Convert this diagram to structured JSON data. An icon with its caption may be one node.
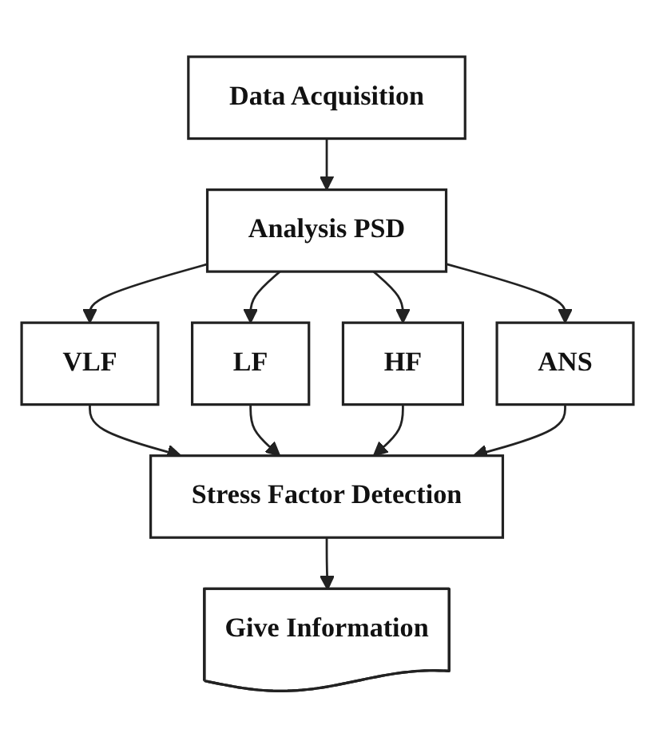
{
  "diagram": {
    "nodes": [
      {
        "text": [
          "Data Acquisition"
        ]
      },
      {
        "text": [
          "Analysis PSD"
        ]
      },
      {
        "text": [
          "VLF"
        ]
      },
      {
        "text": [
          "LF"
        ]
      },
      {
        "text": [
          "HF"
        ]
      },
      {
        "text": [
          "ANS"
        ]
      },
      {
        "text": [
          "Stress Factor Detection"
        ]
      },
      {
        "text": [
          "Give Information"
        ]
      }
    ],
    "edges": [
      {
        "from": 0,
        "to": 1,
        "arrow": "to"
      },
      {
        "from": 1,
        "to": 2,
        "arrow": "to"
      },
      {
        "from": 1,
        "to": 3,
        "arrow": "to"
      },
      {
        "from": 1,
        "to": 4,
        "arrow": "to"
      },
      {
        "from": 1,
        "to": 5,
        "arrow": "to"
      },
      {
        "from": 2,
        "to": 6,
        "arrow": "to"
      },
      {
        "from": 3,
        "to": 6,
        "arrow": "to"
      },
      {
        "from": 4,
        "to": 6,
        "arrow": "to"
      },
      {
        "from": 5,
        "to": 6,
        "arrow": "to"
      },
      {
        "from": 6,
        "to": 7,
        "arrow": "to"
      }
    ]
  }
}
